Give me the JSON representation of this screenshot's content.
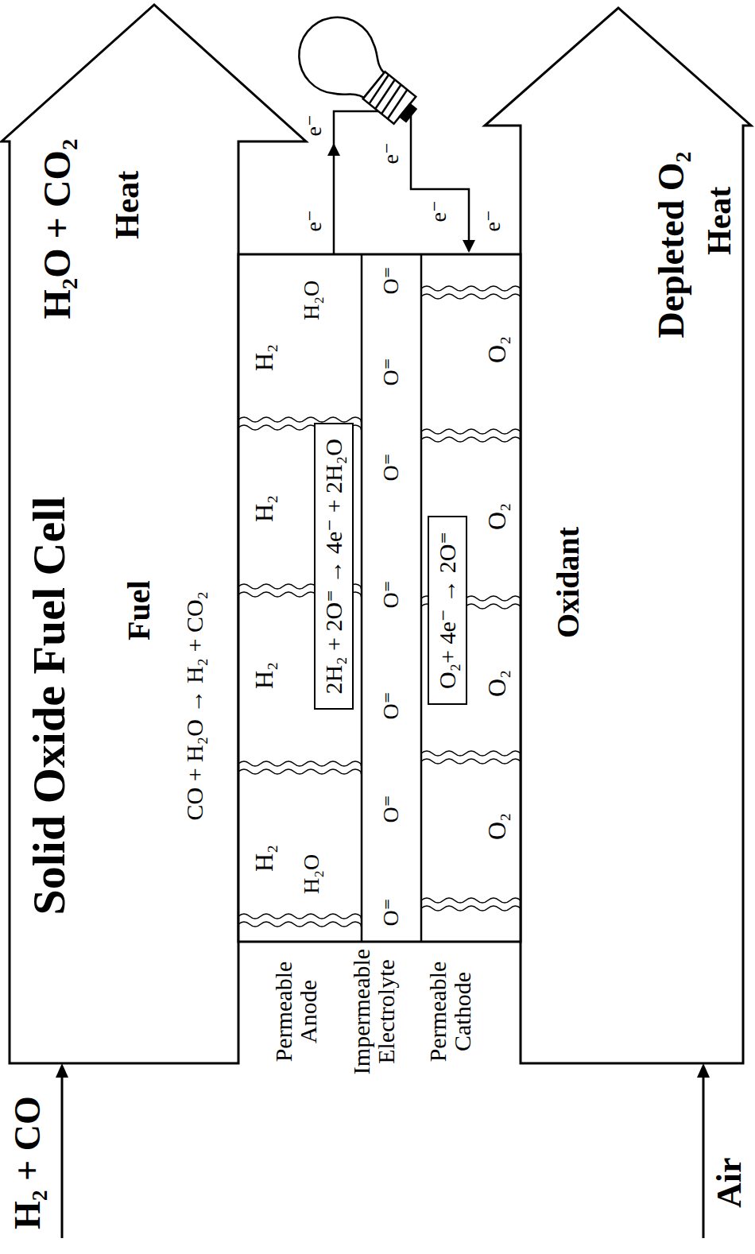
{
  "diagram": {
    "title": "Solid Oxide Fuel Cell",
    "nodes": [
      {
        "text": [
          "2H₂ + 2O⁼ → 4e⁻ + 2H₂O"
        ]
      },
      {
        "text": [
          "O₂+ 4e⁻ → 2O⁼"
        ]
      }
    ],
    "labels": [
      "H₂ + CO",
      "Fuel",
      "CO + H₂O → H₂ + CO₂",
      "H₂O + CO₂",
      "Heat",
      "Permeable Anode",
      "Impermeable Electrolyte",
      "Permeable Cathode",
      "Air",
      "Oxidant",
      "Depleted O₂",
      "Heat",
      "H₂",
      "H₂",
      "H₂",
      "H₂",
      "H₂O",
      "H₂O",
      "O₂",
      "O₂",
      "O₂",
      "O₂",
      "O⁼",
      "O⁼",
      "O⁼",
      "O⁼",
      "O⁼",
      "O⁼",
      "O⁼",
      "e⁻",
      "e⁻",
      "e⁻",
      "e⁻",
      "e⁻"
    ]
  }
}
